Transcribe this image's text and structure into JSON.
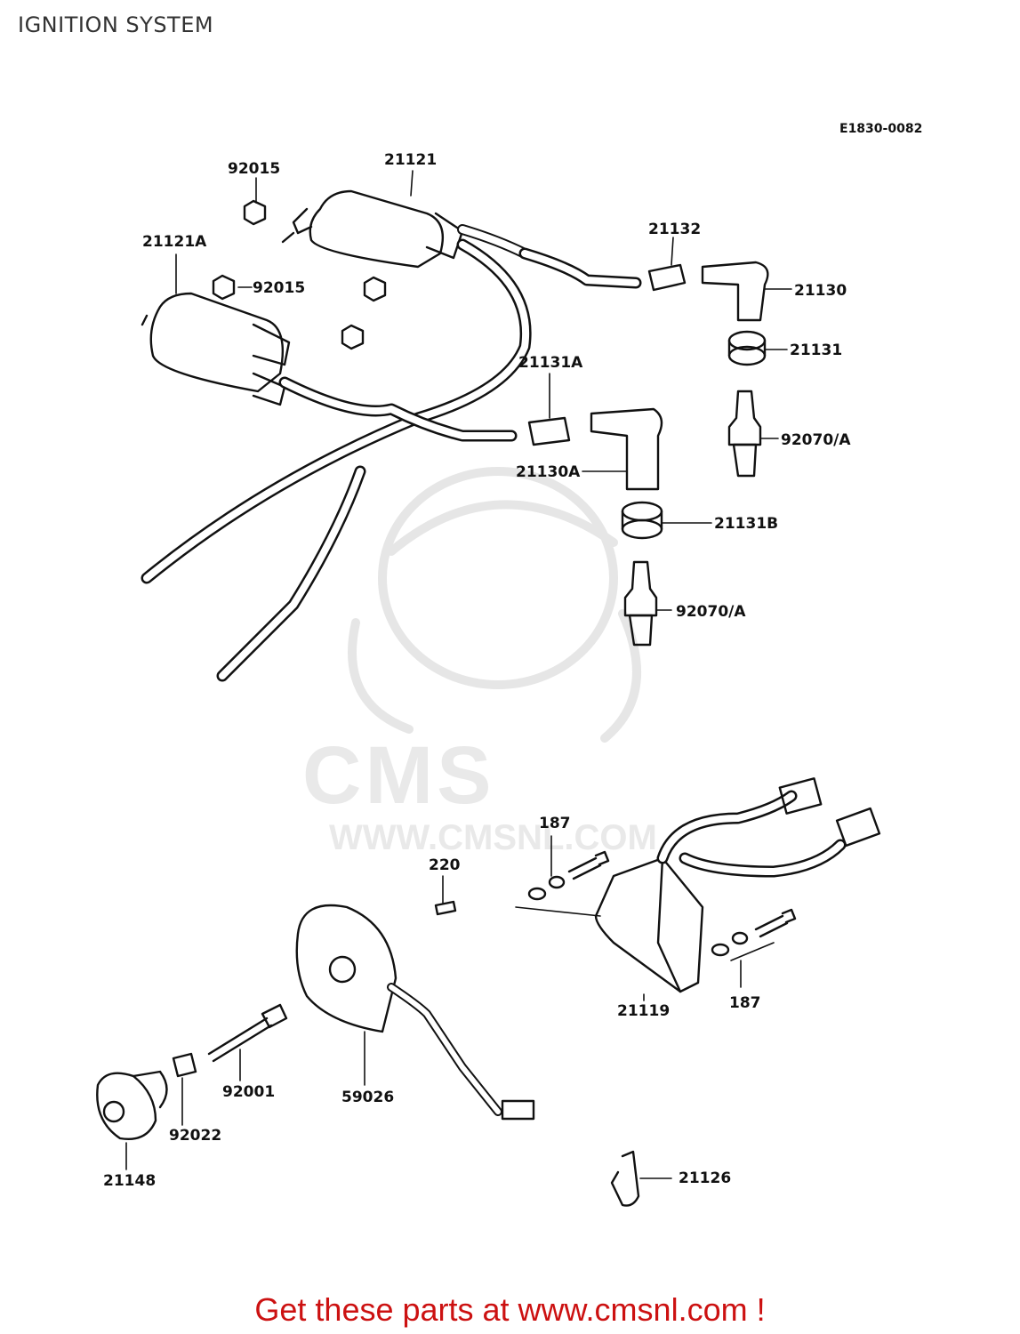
{
  "title": "IGNITION SYSTEM",
  "diagram_code": "E1830-0082",
  "watermark": {
    "brand": "CMS",
    "url": "WWW.CMSNL.COM"
  },
  "footer": "Get these parts at www.cmsnl.com !",
  "parts": [
    {
      "id": "p1",
      "label": "92015"
    },
    {
      "id": "p2",
      "label": "21121"
    },
    {
      "id": "p3",
      "label": "21121A"
    },
    {
      "id": "p4",
      "label": "92015"
    },
    {
      "id": "p5",
      "label": "21132"
    },
    {
      "id": "p6",
      "label": "21130"
    },
    {
      "id": "p7",
      "label": "21131"
    },
    {
      "id": "p8",
      "label": "21131A"
    },
    {
      "id": "p9",
      "label": "92070/A"
    },
    {
      "id": "p10",
      "label": "21130A"
    },
    {
      "id": "p11",
      "label": "21131B"
    },
    {
      "id": "p12",
      "label": "92070/A"
    },
    {
      "id": "p13",
      "label": "187"
    },
    {
      "id": "p14",
      "label": "220"
    },
    {
      "id": "p15",
      "label": "187"
    },
    {
      "id": "p16",
      "label": "21119"
    },
    {
      "id": "p17",
      "label": "92001"
    },
    {
      "id": "p18",
      "label": "59026"
    },
    {
      "id": "p19",
      "label": "92022"
    },
    {
      "id": "p20",
      "label": "21148"
    },
    {
      "id": "p21",
      "label": "21126"
    }
  ]
}
